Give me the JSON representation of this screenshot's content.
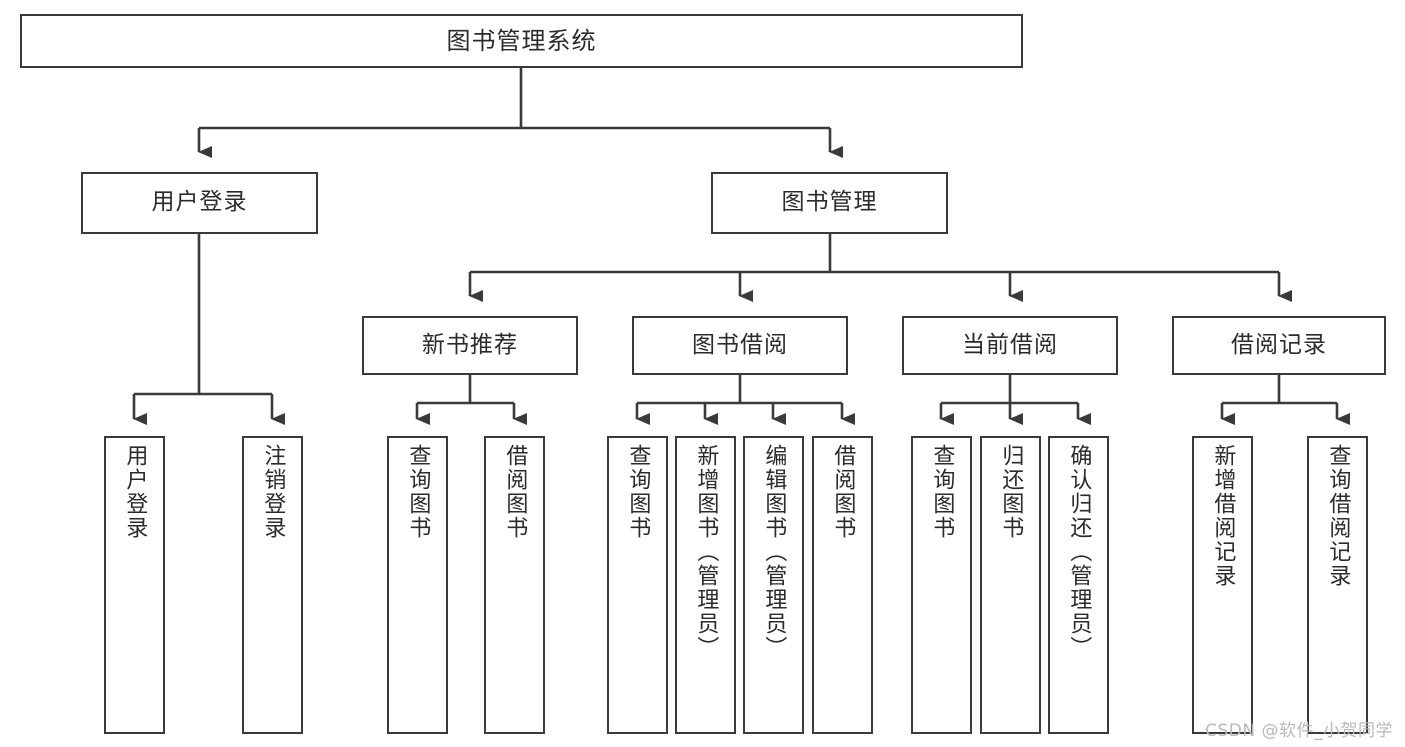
{
  "diagram": {
    "title": "图书管理系统",
    "type": "hierarchy-tree",
    "watermark": "CSDN @软件_小贺同学",
    "colors": {
      "border": "#3a3a3a",
      "background": "#ffffff",
      "text": "#2b2b2b",
      "edge": "#3a3a3a",
      "watermark": "#b9b9b9"
    },
    "nodes": {
      "root": {
        "label": "图书管理系统"
      },
      "level1": [
        {
          "id": "user-login",
          "label": "用户登录"
        },
        {
          "id": "book-manage",
          "label": "图书管理"
        }
      ],
      "level2": [
        {
          "id": "new-book-rec",
          "label": "新书推荐"
        },
        {
          "id": "book-borrow",
          "label": "图书借阅"
        },
        {
          "id": "current-borrow",
          "label": "当前借阅"
        },
        {
          "id": "borrow-record",
          "label": "借阅记录"
        }
      ],
      "leaves": [
        {
          "id": "leaf-user-login",
          "label": "用户登录",
          "parent": "user-login"
        },
        {
          "id": "leaf-user-logout",
          "label": "注销登录",
          "parent": "user-login"
        },
        {
          "id": "leaf-query-book-1",
          "label": "查询图书",
          "parent": "new-book-rec"
        },
        {
          "id": "leaf-borrow-book-1",
          "label": "借阅图书",
          "parent": "new-book-rec"
        },
        {
          "id": "leaf-query-book-2",
          "label": "查询图书",
          "parent": "book-borrow"
        },
        {
          "id": "leaf-add-book",
          "label": "新增图书（管理员）",
          "parent": "book-borrow"
        },
        {
          "id": "leaf-edit-book",
          "label": "编辑图书（管理员）",
          "parent": "book-borrow"
        },
        {
          "id": "leaf-borrow-book-2",
          "label": "借阅图书",
          "parent": "book-borrow"
        },
        {
          "id": "leaf-query-book-3",
          "label": "查询图书",
          "parent": "current-borrow"
        },
        {
          "id": "leaf-return-book",
          "label": "归还图书",
          "parent": "current-borrow"
        },
        {
          "id": "leaf-confirm-return",
          "label": "确认归还（管理员）",
          "parent": "current-borrow"
        },
        {
          "id": "leaf-add-record",
          "label": "新增借阅记录",
          "parent": "borrow-record"
        },
        {
          "id": "leaf-query-record",
          "label": "查询借阅记录",
          "parent": "borrow-record"
        }
      ]
    }
  }
}
